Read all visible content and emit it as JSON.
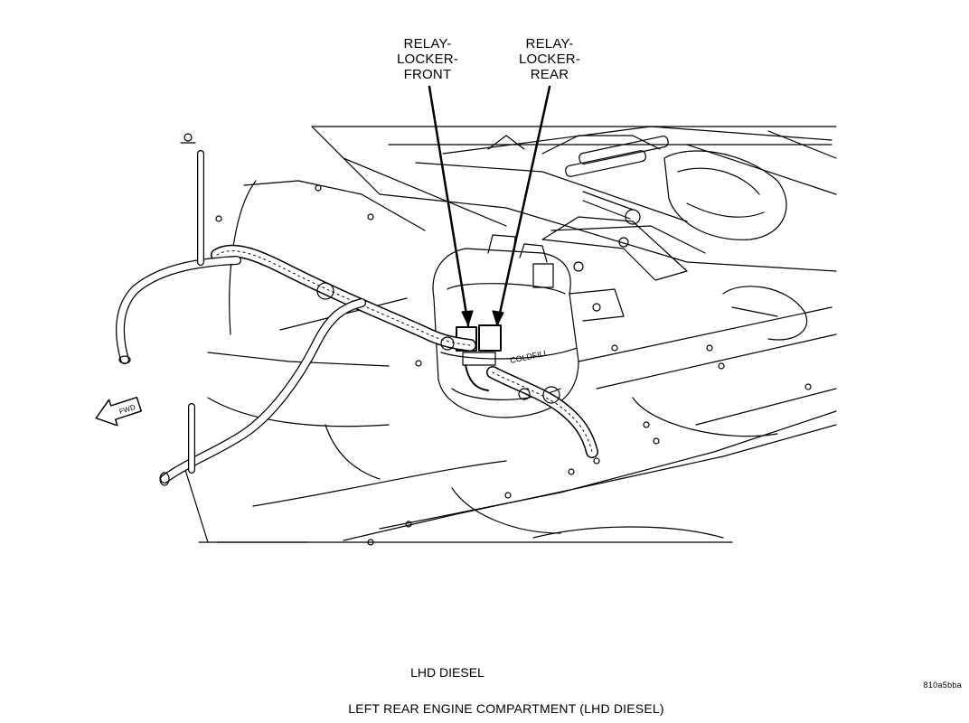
{
  "callouts": {
    "front": [
      "RELAY-",
      "LOCKER-",
      "FRONT"
    ],
    "rear": [
      "RELAY-",
      "LOCKER-",
      "REAR"
    ]
  },
  "fwd_arrow": {
    "text": "FWD"
  },
  "drawing": {
    "stamp": "COLDFILL"
  },
  "view_label": "LHD DIESEL",
  "figure_id": "810a5bba",
  "caption": "LEFT REAR ENGINE COMPARTMENT  (LHD DIESEL)"
}
